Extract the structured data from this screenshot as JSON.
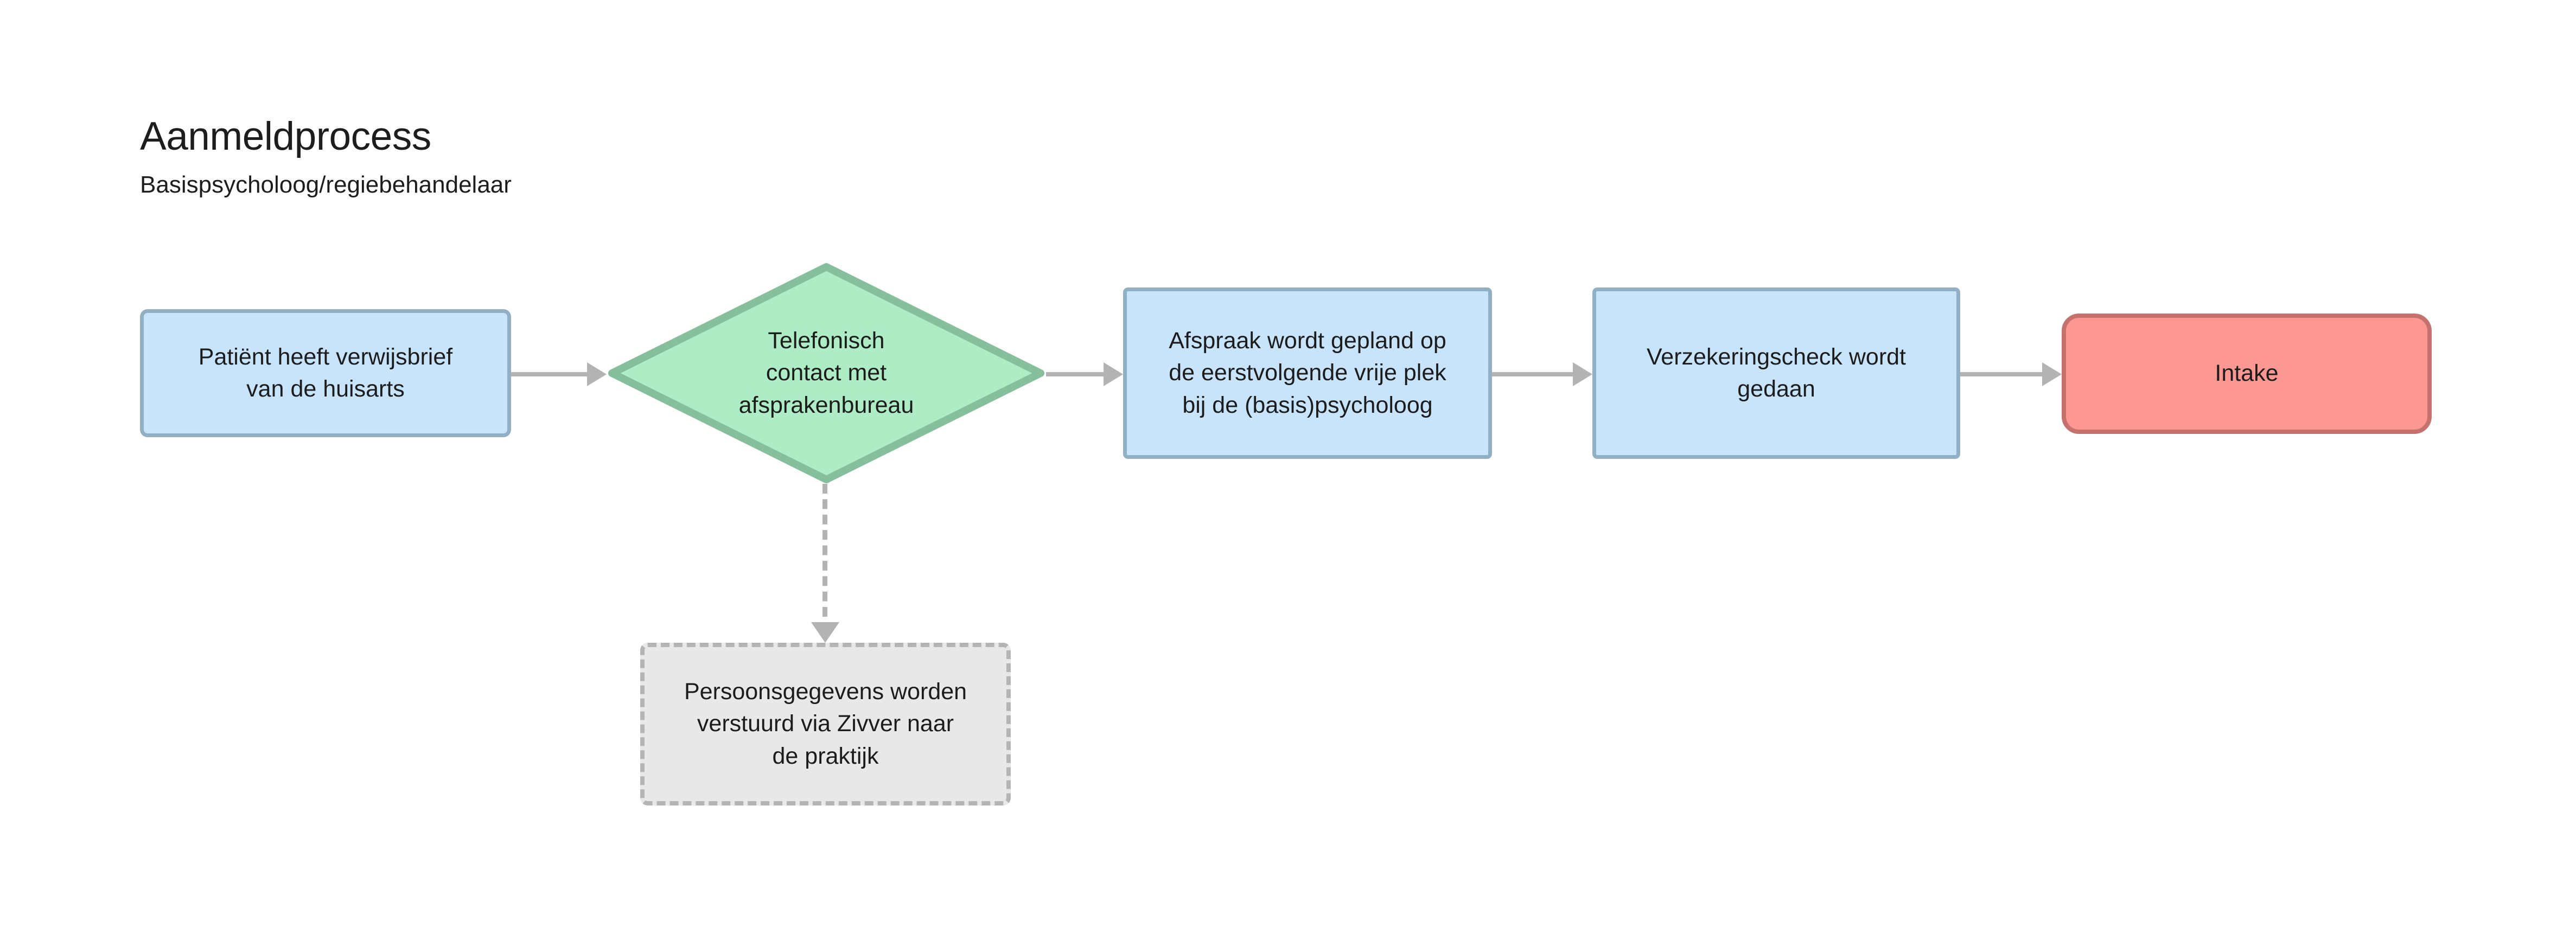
{
  "header": {
    "title": "Aanmeldprocess",
    "subtitle": "Basispsycholoog/regiebehandelaar"
  },
  "colors": {
    "background": "#ffffff",
    "blue_fill": "#c8e4fb",
    "blue_border": "#92b0c4",
    "green_fill": "#aeecc5",
    "green_border": "#86bf9b",
    "red_fill": "#fd9792",
    "red_border": "#c5726e",
    "note_fill": "#e8e8e8",
    "note_border": "#b4b4b4",
    "connector": "#b3b3b3",
    "text": "#1c1c1c"
  },
  "chart_data": {
    "type": "flowchart",
    "title": "Aanmeldprocess",
    "subtitle": "Basispsycholoog/regiebehandelaar",
    "orientation": "left-to-right",
    "nodes": [
      {
        "id": "patient",
        "label": "Patiënt heeft verwijsbrief\nvan de huisarts",
        "shape": "rounded-rectangle",
        "fill": "#c8e4fb",
        "border": "#92b0c4"
      },
      {
        "id": "telefonisch",
        "label": "Telefonisch\ncontact met\nafsprakenbureau",
        "shape": "diamond",
        "fill": "#aeecc5",
        "border": "#86bf9b"
      },
      {
        "id": "afspraak",
        "label": "Afspraak wordt gepland op\nde eerstvolgende vrije plek\nbij de (basis)psycholoog",
        "shape": "rectangle",
        "fill": "#c8e4fb",
        "border": "#92b0c4"
      },
      {
        "id": "verzekering",
        "label": "Verzekeringscheck wordt\ngedaan",
        "shape": "rectangle",
        "fill": "#c8e4fb",
        "border": "#92b0c4"
      },
      {
        "id": "intake",
        "label": "Intake",
        "shape": "stadium",
        "fill": "#fd9792",
        "border": "#c5726e"
      },
      {
        "id": "zivver",
        "label": "Persoonsgegevens worden\nverstuurd via Zivver naar\nde praktijk",
        "shape": "dashed-rectangle",
        "fill": "#e8e8e8",
        "border": "#b4b4b4"
      }
    ],
    "edges": [
      {
        "from": "patient",
        "to": "telefonisch",
        "style": "solid",
        "label": ""
      },
      {
        "from": "telefonisch",
        "to": "afspraak",
        "style": "solid",
        "label": ""
      },
      {
        "from": "afspraak",
        "to": "verzekering",
        "style": "solid",
        "label": ""
      },
      {
        "from": "verzekering",
        "to": "intake",
        "style": "solid",
        "label": ""
      },
      {
        "from": "telefonisch",
        "to": "zivver",
        "style": "dashed",
        "label": ""
      }
    ]
  }
}
